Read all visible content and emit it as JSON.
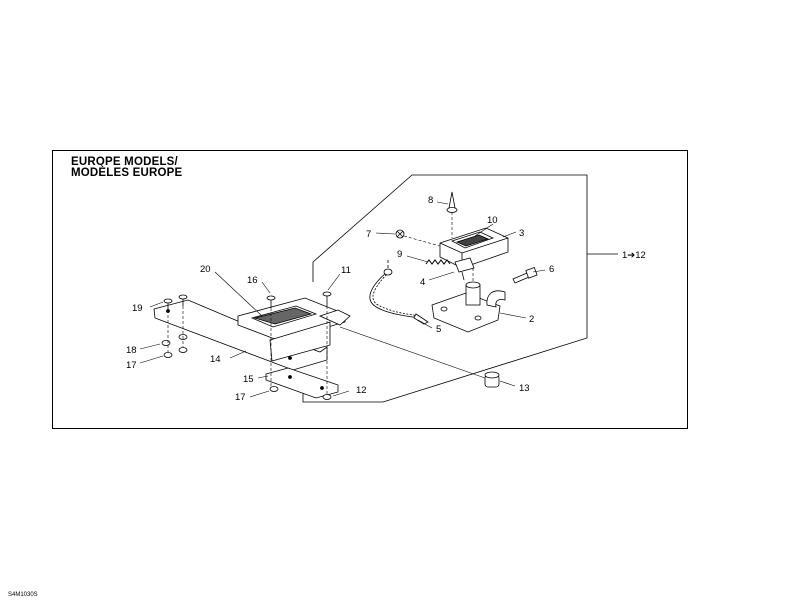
{
  "title": {
    "line1": "EUROPE MODELS/",
    "line2": "MODÈLES EUROPE"
  },
  "range_label": "1➔12",
  "parts": [
    {
      "num": "2"
    },
    {
      "num": "3"
    },
    {
      "num": "4"
    },
    {
      "num": "5"
    },
    {
      "num": "6"
    },
    {
      "num": "7"
    },
    {
      "num": "8"
    },
    {
      "num": "9"
    },
    {
      "num": "10"
    },
    {
      "num": "11"
    },
    {
      "num": "12"
    },
    {
      "num": "13"
    },
    {
      "num": "14"
    },
    {
      "num": "15"
    },
    {
      "num": "16"
    },
    {
      "num": "17"
    },
    {
      "num": "17"
    },
    {
      "num": "18"
    },
    {
      "num": "19"
    },
    {
      "num": "20"
    }
  ],
  "figure_code": "S4M1030S"
}
